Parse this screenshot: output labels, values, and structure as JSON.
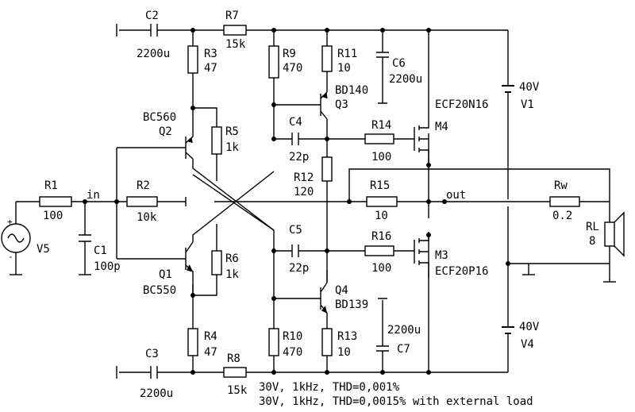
{
  "components": {
    "C2": {
      "ref": "C2",
      "value": "2200u"
    },
    "R7": {
      "ref": "R7",
      "value": "15k"
    },
    "R3": {
      "ref": "R3",
      "value": "47"
    },
    "R9": {
      "ref": "R9",
      "value": "470"
    },
    "R11": {
      "ref": "R11",
      "value": "10"
    },
    "C6": {
      "ref": "C6",
      "value": "2200u"
    },
    "V1": {
      "ref": "V1",
      "value": "40V"
    },
    "Q3": {
      "ref": "Q3",
      "part": "BD140"
    },
    "M4": {
      "ref": "M4",
      "part": "ECF20N16"
    },
    "Q2": {
      "ref": "Q2",
      "part": "BC560"
    },
    "R5": {
      "ref": "R5",
      "value": "1k"
    },
    "C4": {
      "ref": "C4",
      "value": "22p"
    },
    "R14": {
      "ref": "R14",
      "value": "100"
    },
    "R12": {
      "ref": "R12",
      "value": "120"
    },
    "R1": {
      "ref": "R1",
      "value": "100"
    },
    "R2": {
      "ref": "R2",
      "value": "10k"
    },
    "R15": {
      "ref": "R15",
      "value": "10"
    },
    "Rw": {
      "ref": "Rw",
      "value": "0.2"
    },
    "RL": {
      "ref": "RL",
      "value": "8"
    },
    "V5": {
      "ref": "V5"
    },
    "C1": {
      "ref": "C1",
      "value": "100p"
    },
    "Q1": {
      "ref": "Q1",
      "part": "BC550"
    },
    "R6": {
      "ref": "R6",
      "value": "1k"
    },
    "C5": {
      "ref": "C5",
      "value": "22p"
    },
    "R16": {
      "ref": "R16",
      "value": "100"
    },
    "M3": {
      "ref": "M3",
      "part": "ECF20P16"
    },
    "Q4": {
      "ref": "Q4",
      "part": "BD139"
    },
    "C7": {
      "ref": "C7",
      "value": "2200u"
    },
    "V4": {
      "ref": "V4",
      "value": "40V"
    },
    "R4": {
      "ref": "R4",
      "value": "47"
    },
    "R10": {
      "ref": "R10",
      "value": "470"
    },
    "R13": {
      "ref": "R13",
      "value": "10"
    },
    "C3": {
      "ref": "C3",
      "value": "2200u"
    },
    "R8": {
      "ref": "R8",
      "value": "15k"
    }
  },
  "nets": {
    "input": "in",
    "output": "out"
  },
  "notes": [
    "30V, 1kHz, THD=0,001%",
    "30V, 1kHz, THD=0,0015% with external load"
  ]
}
